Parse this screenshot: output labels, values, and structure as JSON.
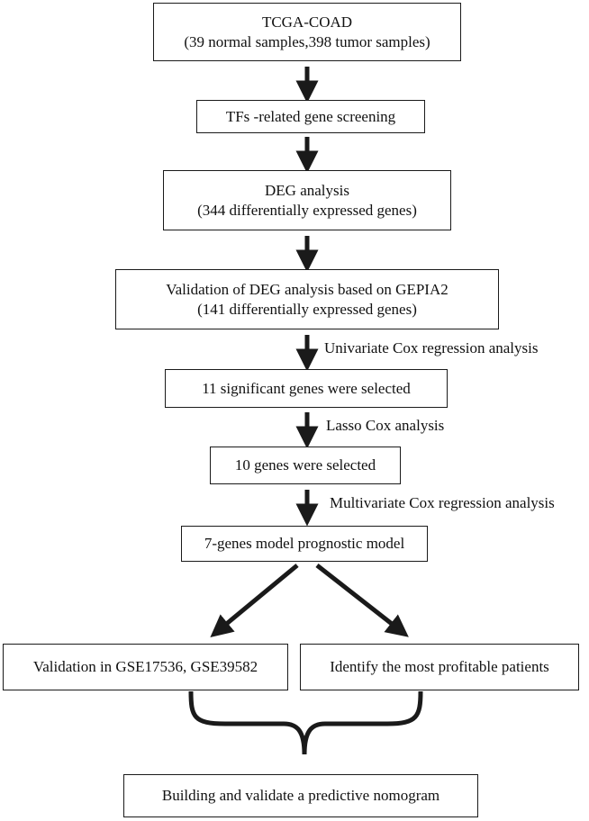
{
  "steps": {
    "tcga": {
      "line1": "TCGA-COAD",
      "line2": "(39 normal samples,398 tumor samples)"
    },
    "tf_screening": {
      "line1": "TFs -related gene screening"
    },
    "deg": {
      "line1": "DEG analysis",
      "line2": "(344 differentially expressed genes)"
    },
    "validation_gepia": {
      "line1": "Validation of DEG analysis based on GEPIA2",
      "line2": "(141 differentially expressed genes)"
    },
    "eleven_genes": {
      "line1": "11 significant genes were selected"
    },
    "ten_genes": {
      "line1": "10 genes were selected"
    },
    "model": {
      "line1": "7-genes model prognostic model"
    },
    "validation_geo": {
      "line1": "Validation in GSE17536, GSE39582"
    },
    "profitable": {
      "line1": "Identify the most profitable patients"
    },
    "nomogram": {
      "line1": "Building and validate a predictive nomogram"
    }
  },
  "arrow_labels": {
    "univariate": "Univariate Cox regression analysis",
    "lasso": "Lasso Cox analysis",
    "multivariate": "Multivariate Cox regression analysis"
  },
  "colors": {
    "line": "#1a1a1a",
    "text": "#111111",
    "background": "#ffffff"
  }
}
